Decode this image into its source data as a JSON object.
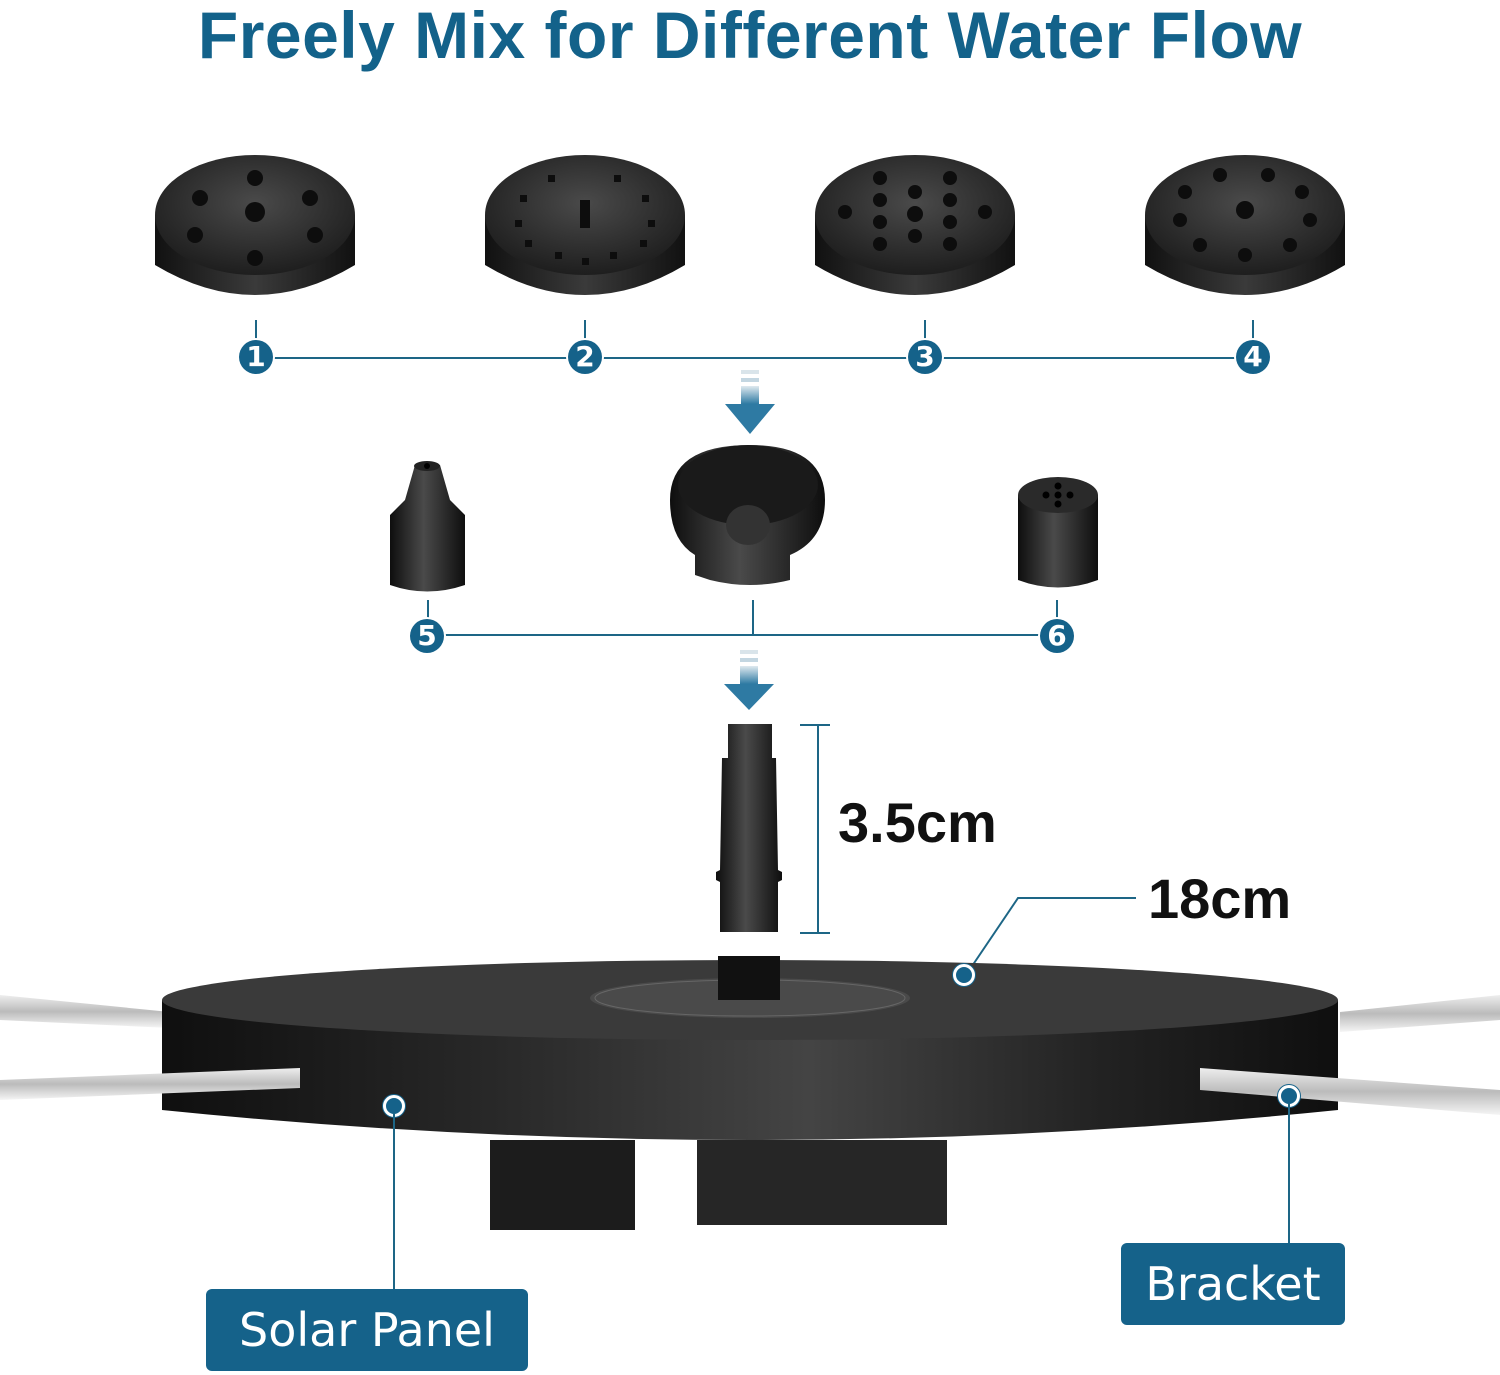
{
  "title": "Freely Mix for Different Water Flow",
  "nozzles_row1": [
    {
      "number": "1",
      "style": "7-jet"
    },
    {
      "number": "2",
      "style": "single-jet-with-ring-holes"
    },
    {
      "number": "3",
      "style": "multi-jet-grid"
    },
    {
      "number": "4",
      "style": "9-jet-ring"
    }
  ],
  "nozzles_row2": [
    {
      "number": "5",
      "style": "single-spout"
    },
    {
      "number": "",
      "style": "funnel-adapter"
    },
    {
      "number": "6",
      "style": "5-hole-spout"
    }
  ],
  "dimensions": {
    "extension_height": "3.5cm",
    "panel_diameter": "18cm"
  },
  "labels": {
    "solar_panel": "Solar Panel",
    "bracket": "Bracket"
  },
  "colors": {
    "accent": "#15628a",
    "product": "#1a1a1a"
  }
}
